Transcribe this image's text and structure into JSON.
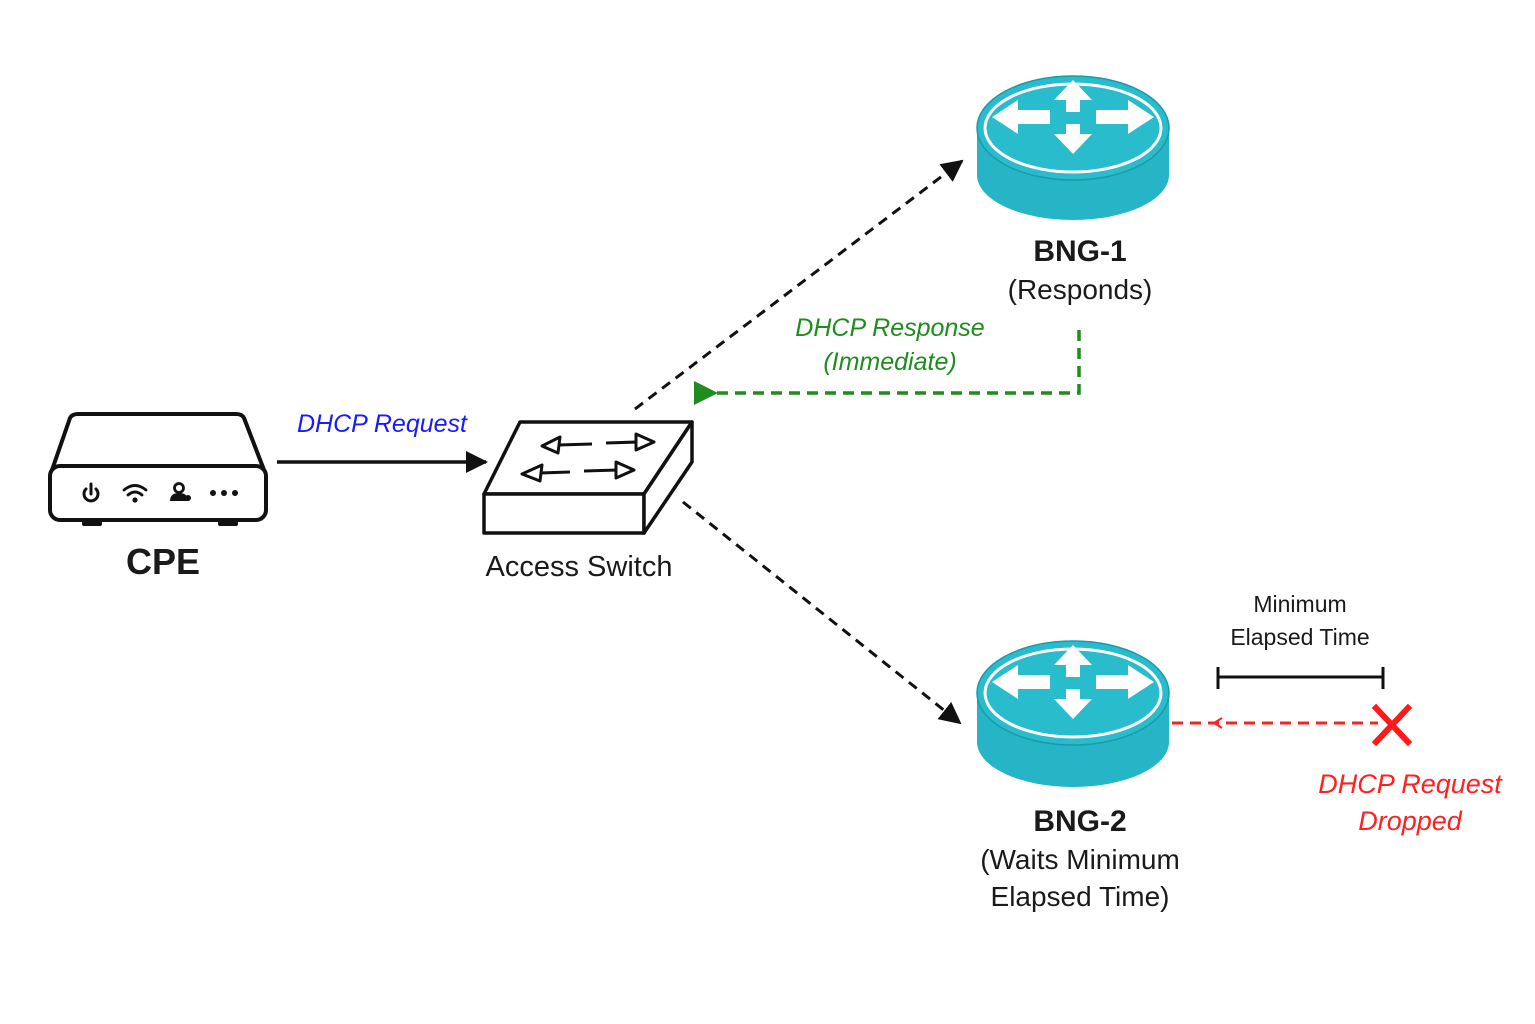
{
  "nodes": {
    "cpe": {
      "label": "CPE",
      "status_icons": [
        "power-icon",
        "wifi-icon",
        "user-icon",
        "more-dots-icon"
      ]
    },
    "switch": {
      "label": "Access Switch"
    },
    "bng1": {
      "label": "BNG-1",
      "sublabel": "(Responds)"
    },
    "bng2": {
      "label": "BNG-2",
      "sublabel_line1": "(Waits Minimum",
      "sublabel_line2": "Elapsed Time)"
    }
  },
  "edges": {
    "request": {
      "label": "DHCP Request",
      "color": "#1a1aff"
    },
    "response": {
      "label_line1": "DHCP Response",
      "label_line2": "(Immediate)",
      "color": "#1e8c1e"
    },
    "dropped": {
      "label_line1": "DHCP Request",
      "label_line2": "Dropped",
      "color": "#ff2020"
    }
  },
  "timer": {
    "label_line1": "Minimum",
    "label_line2": "Elapsed Time"
  },
  "colors": {
    "router_teal": "#25b5c6",
    "router_teal_dark": "#1a9aaa",
    "line": "#111111"
  }
}
